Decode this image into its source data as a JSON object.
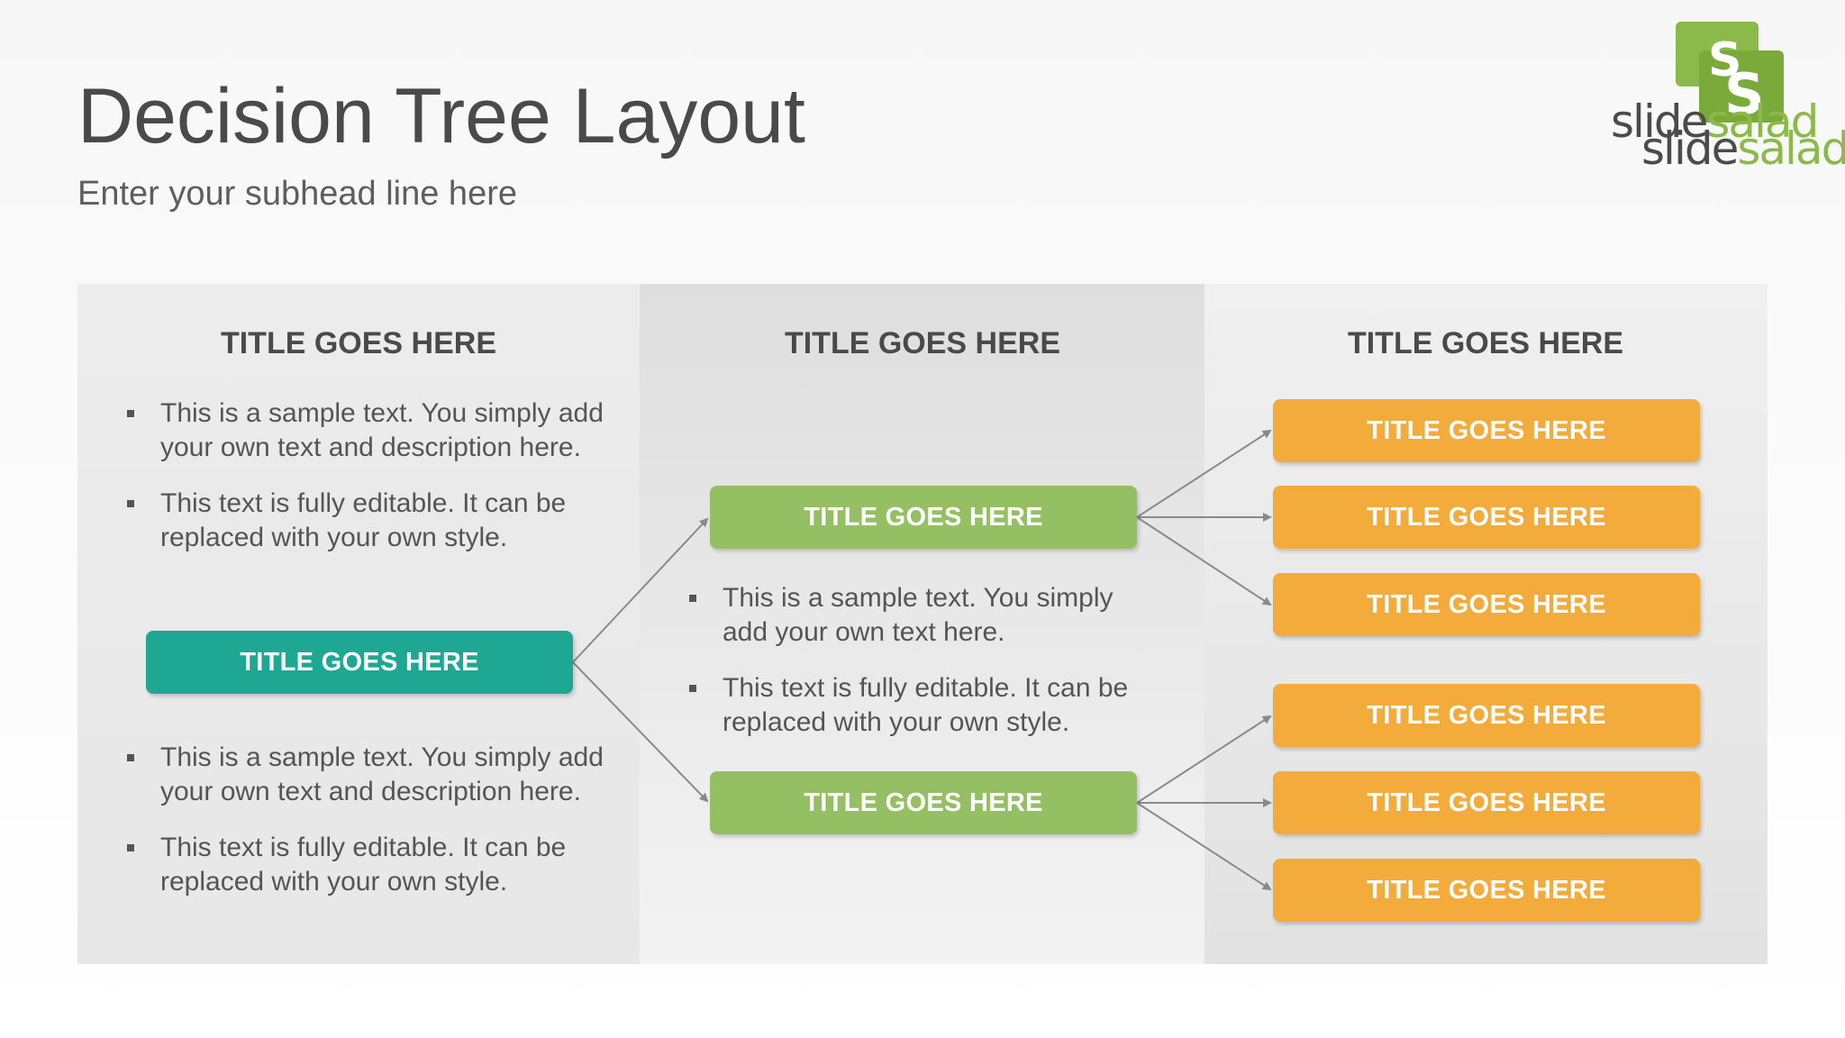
{
  "slide": {
    "title": "Decision Tree Layout",
    "subhead": "Enter your subhead line here"
  },
  "logo": {
    "word_part1": "slide",
    "word_part2": "salad",
    "icon_letter": "S"
  },
  "columns": [
    {
      "title": "TITLE GOES HERE"
    },
    {
      "title": "TITLE GOES HERE"
    },
    {
      "title": "TITLE GOES HERE"
    }
  ],
  "left_column": {
    "bullets_top": [
      "This is a sample text. You simply add your own text and description here.",
      "This text is fully editable. It can be replaced with your own style."
    ],
    "root_box": "TITLE GOES HERE",
    "bullets_bottom": [
      "This is a sample text. You simply add your own text and description here.",
      "This text is fully editable. It can be replaced with your own style."
    ]
  },
  "middle_column": {
    "box_top": "TITLE GOES HERE",
    "bullets": [
      "This is a sample text. You simply add your own text here.",
      "This text is fully editable. It can be replaced with your own style."
    ],
    "box_bottom": "TITLE GOES HERE"
  },
  "right_column": {
    "boxes": [
      "TITLE GOES HERE",
      "TITLE GOES HERE",
      "TITLE GOES HERE",
      "TITLE GOES HERE",
      "TITLE GOES HERE",
      "TITLE GOES HERE"
    ]
  },
  "colors": {
    "root": "#1ea894",
    "branch": "#94bf63",
    "leaf": "#f3ac3c",
    "connector": "#8a8a8a",
    "logo_green": "#8cba4a"
  }
}
